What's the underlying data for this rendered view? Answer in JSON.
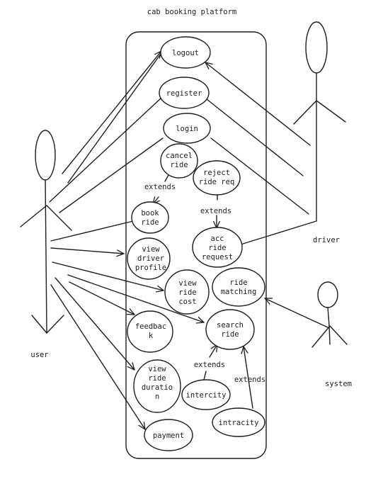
{
  "title": "cab booking platform",
  "actors": {
    "user": "user",
    "driver": "driver",
    "system": "system"
  },
  "use_cases": {
    "logout": [
      "logout"
    ],
    "register": [
      "register"
    ],
    "login": [
      "login"
    ],
    "cancel_ride": [
      "cancel",
      "ride"
    ],
    "reject_ride_req": [
      "reject",
      "ride req"
    ],
    "book_ride": [
      "book",
      "ride"
    ],
    "acc_ride_request": [
      "acc",
      "ride",
      "request"
    ],
    "view_driver_profile": [
      "view",
      "driver",
      "profile"
    ],
    "view_ride_cost": [
      "view",
      "ride",
      "cost"
    ],
    "ride_matching": [
      "ride",
      "matching"
    ],
    "feedback": [
      "feedbac",
      "k"
    ],
    "search_ride": [
      "search",
      "ride"
    ],
    "view_ride_duration": [
      "view",
      "ride",
      "duratio",
      "n"
    ],
    "intercity": [
      "intercity"
    ],
    "intracity": [
      "intracity"
    ],
    "payment": [
      "payment"
    ]
  },
  "relations": {
    "extends_1": "extends",
    "extends_2": "extends",
    "extends_3": "extends",
    "extends_4": "extends"
  }
}
